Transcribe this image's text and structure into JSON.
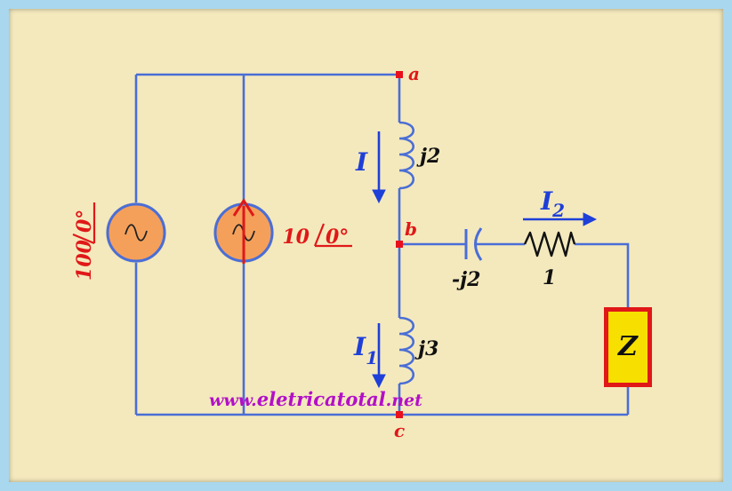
{
  "nodes": {
    "a": "a",
    "b": "b",
    "c": "c"
  },
  "components": {
    "inductor_top": "j2",
    "inductor_bottom": "j3",
    "capacitor": "-j2",
    "resistor": "1",
    "load": "Z"
  },
  "sources": {
    "voltage": {
      "magnitude": "100",
      "angle": "0°"
    },
    "current": {
      "magnitude": "10",
      "angle": "0°"
    }
  },
  "currents": {
    "I": {
      "base": "I",
      "sub": ""
    },
    "I1": {
      "base": "I",
      "sub": "1"
    },
    "I2": {
      "base": "I",
      "sub": "2"
    }
  },
  "watermark": {
    "prefix": "www.",
    "name": "eletricatotal",
    "suffix": ".net"
  },
  "colors": {
    "wire": "#4a6ed6",
    "node": "#e8101b",
    "source_fill": "#f5a05a",
    "load_fill": "#e01818",
    "load_inner": "#f7e000",
    "arrow_blue": "#1e3fd8",
    "text_red": "#e01818",
    "text_purple": "#b30fc8"
  }
}
